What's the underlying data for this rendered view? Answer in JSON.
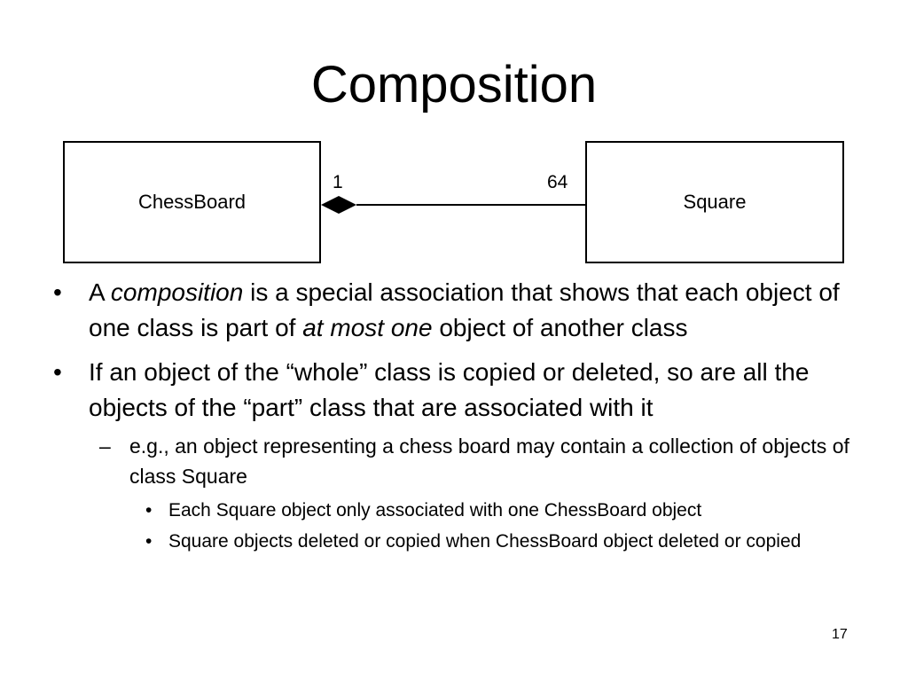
{
  "slide": {
    "title": "Composition",
    "page_number": "17"
  },
  "diagram": {
    "left_class": "ChessBoard",
    "right_class": "Square",
    "left_multiplicity": "1",
    "right_multiplicity": "64",
    "association_type": "composition"
  },
  "bullets": [
    {
      "marker": "•",
      "parts": [
        {
          "text": "A ",
          "style": "normal"
        },
        {
          "text": "composition",
          "style": "italic"
        },
        {
          "text": " is a special association that shows that each object of one class is part of ",
          "style": "normal"
        },
        {
          "text": "at most one",
          "style": "italic"
        },
        {
          "text": " object of another class",
          "style": "normal"
        }
      ]
    },
    {
      "marker": "•",
      "text": "If  an object of the “whole” class is copied or deleted, so are all the objects of the “part” class that are associated with it"
    }
  ],
  "sub_bullet": {
    "marker": "–",
    "text": "e.g., an object representing a chess board may contain a collection of objects of class Square"
  },
  "sub_sub_bullets": [
    {
      "marker": "•",
      "text": "Each Square object only associated with one ChessBoard object"
    },
    {
      "marker": "•",
      "text": "Square objects deleted or copied when ChessBoard object deleted or copied"
    }
  ]
}
